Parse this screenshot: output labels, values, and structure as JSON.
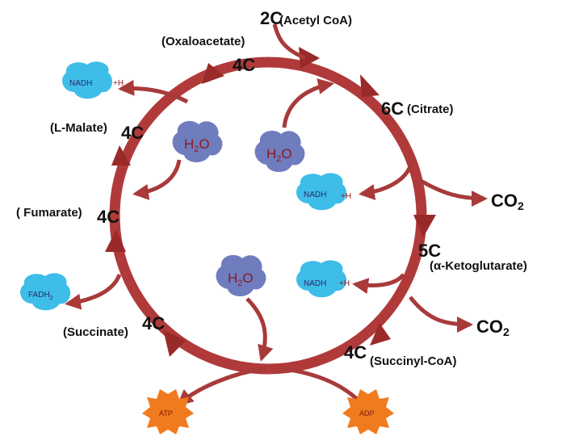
{
  "colors": {
    "ring": "#b03a3a",
    "arrow": "#a83a3a",
    "nadh": "#3dbde8",
    "water": "#6f7dbf",
    "badge": "#f07a1e",
    "text": "#111111"
  },
  "intermediates": [
    {
      "id": "acetyl",
      "carbon": "2C",
      "name": "(Acetyl CoA)"
    },
    {
      "id": "oxaloacetate",
      "carbon": "4C",
      "name": "(Oxaloacetate)"
    },
    {
      "id": "citrate",
      "carbon": "6C",
      "name": "(Citrate)"
    },
    {
      "id": "ketoglutarate",
      "carbon": "5C",
      "name": "(α-Ketoglutarate)"
    },
    {
      "id": "succinylcoa",
      "carbon": "4C",
      "name": "(Succinyl-CoA)"
    },
    {
      "id": "succinate",
      "carbon": "4C",
      "name": "(Succinate)"
    },
    {
      "id": "fumarate",
      "carbon": "4C",
      "name": "( Fumarate)"
    },
    {
      "id": "malate",
      "carbon": "4C",
      "name": "(L-Malate)"
    }
  ],
  "nadh": [
    {
      "id": "nadh-top-left",
      "label": "NADH",
      "plus": "+H"
    },
    {
      "id": "nadh-center",
      "label": "NADH",
      "plus": "+H"
    },
    {
      "id": "nadh-lower",
      "label": "NADH",
      "plus": "+H"
    }
  ],
  "fadh": {
    "label": "FADH",
    "sub": "2"
  },
  "water": [
    {
      "id": "water-left",
      "label": "H",
      "sub": "2",
      "tail": "O"
    },
    {
      "id": "water-center",
      "label": "H",
      "sub": "2",
      "tail": "O"
    },
    {
      "id": "water-bottom",
      "label": "H",
      "sub": "2",
      "tail": "O"
    }
  ],
  "co2": [
    {
      "id": "co2-upper",
      "label": "CO",
      "sub": "2"
    },
    {
      "id": "co2-lower",
      "label": "CO",
      "sub": "2"
    }
  ],
  "atp": {
    "label": "ATP"
  },
  "adp": {
    "label": "ADP"
  }
}
